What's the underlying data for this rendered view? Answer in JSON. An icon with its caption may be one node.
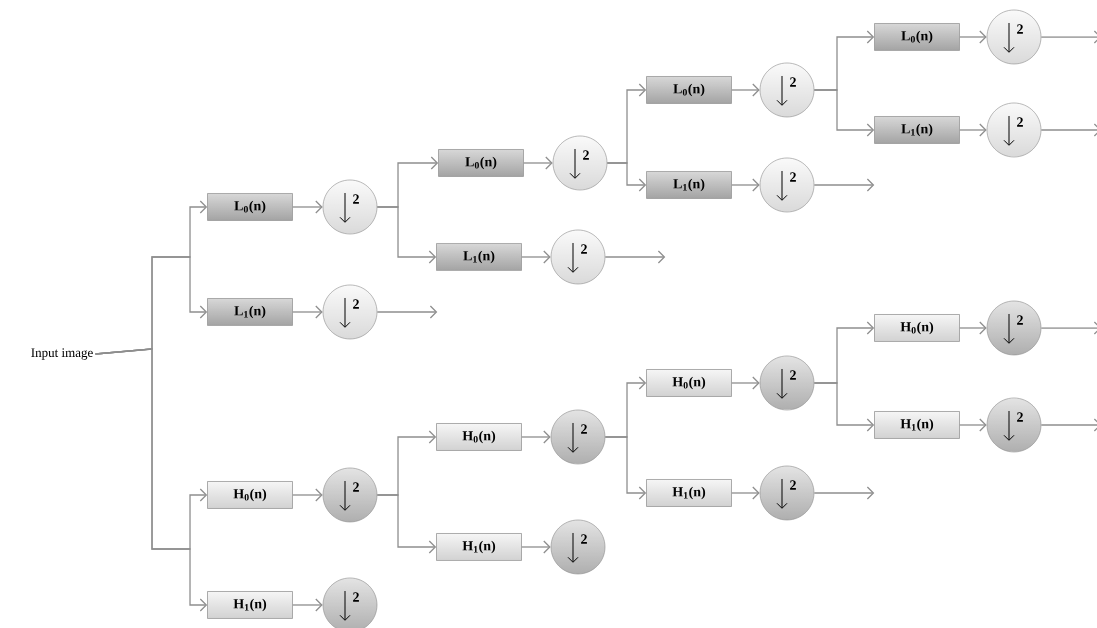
{
  "diagram": {
    "nodes": [
      {
        "text": [
          "Input image"
        ]
      },
      {
        "text": [
          "L$_{0}$(n)"
        ]
      },
      {
        "text": [
          "2"
        ]
      },
      {
        "text": [
          "L$_{1}$(n)"
        ]
      },
      {
        "text": [
          "2"
        ]
      },
      {
        "text": [
          "H$_{0}$(n)"
        ]
      },
      {
        "text": [
          "2"
        ]
      },
      {
        "text": [
          "H$_{1}$(n)"
        ]
      },
      {
        "text": [
          "2"
        ]
      },
      {
        "text": [
          "L$_{0}$(n)"
        ]
      },
      {
        "text": [
          "2"
        ]
      },
      {
        "text": [
          "L$_{1}$(n)"
        ]
      },
      {
        "text": [
          "2"
        ]
      },
      {
        "text": [
          "H$_{0}$(n)"
        ]
      },
      {
        "text": [
          "2"
        ]
      },
      {
        "text": [
          "H$_{1}$(n)"
        ]
      },
      {
        "text": [
          "2"
        ]
      },
      {
        "text": [
          "L$_{0}$(n)"
        ]
      },
      {
        "text": [
          "2"
        ]
      },
      {
        "text": [
          "L$_{1}$(n)"
        ]
      },
      {
        "text": [
          "2"
        ]
      },
      {
        "text": [
          "H$_{0}$(n)"
        ]
      },
      {
        "text": [
          "2"
        ]
      },
      {
        "text": [
          "H$_{1}$(n)"
        ]
      },
      {
        "text": [
          "2"
        ]
      },
      {
        "text": [
          "L$_{0}$(n)"
        ]
      },
      {
        "text": [
          "2"
        ]
      },
      {
        "text": [
          "L$_{1}$(n)"
        ]
      },
      {
        "text": [
          "2"
        ]
      },
      {
        "text": [
          "H$_{0}$(n)"
        ]
      },
      {
        "text": [
          "2"
        ]
      },
      {
        "text": [
          "H$_{1}$(n)"
        ]
      },
      {
        "text": [
          "2"
        ]
      }
    ],
    "edges": [
      {
        "from": 0,
        "to": 1,
        "arrow": "to"
      },
      {
        "from": 0,
        "to": 3,
        "arrow": "to"
      },
      {
        "from": 0,
        "to": 5,
        "arrow": "to"
      },
      {
        "from": 0,
        "to": 7,
        "arrow": "to"
      },
      {
        "from": 1,
        "to": 2,
        "arrow": "to"
      },
      {
        "from": 3,
        "to": 4,
        "arrow": "to"
      },
      {
        "from": 5,
        "to": 6,
        "arrow": "to"
      },
      {
        "from": 7,
        "to": 8,
        "arrow": "to"
      },
      {
        "from": 2,
        "to": 9,
        "arrow": "to"
      },
      {
        "from": 2,
        "to": 11,
        "arrow": "to"
      },
      {
        "from": 4,
        "to": null,
        "arrow": "to"
      },
      {
        "from": 6,
        "to": 13,
        "arrow": "to"
      },
      {
        "from": 6,
        "to": 15,
        "arrow": "to"
      },
      {
        "from": 9,
        "to": 10,
        "arrow": "to"
      },
      {
        "from": 11,
        "to": 12,
        "arrow": "to"
      },
      {
        "from": 12,
        "to": null,
        "arrow": "to"
      },
      {
        "from": 13,
        "to": 14,
        "arrow": "to"
      },
      {
        "from": 15,
        "to": 16,
        "arrow": "to"
      },
      {
        "from": 10,
        "to": 17,
        "arrow": "to"
      },
      {
        "from": 10,
        "to": 19,
        "arrow": "to"
      },
      {
        "from": 17,
        "to": 18,
        "arrow": "to"
      },
      {
        "from": 19,
        "to": 20,
        "arrow": "to"
      },
      {
        "from": 20,
        "to": null,
        "arrow": "to"
      },
      {
        "from": 14,
        "to": 21,
        "arrow": "to"
      },
      {
        "from": 14,
        "to": 23,
        "arrow": "to"
      },
      {
        "from": 21,
        "to": 22,
        "arrow": "to"
      },
      {
        "from": 23,
        "to": 24,
        "arrow": "to"
      },
      {
        "from": 24,
        "to": null,
        "arrow": "to"
      },
      {
        "from": 18,
        "to": 25,
        "arrow": "to"
      },
      {
        "from": 18,
        "to": 27,
        "arrow": "to"
      },
      {
        "from": 25,
        "to": 26,
        "arrow": "to"
      },
      {
        "from": 27,
        "to": 28,
        "arrow": "to"
      },
      {
        "from": 26,
        "to": null,
        "arrow": "to"
      },
      {
        "from": 28,
        "to": null,
        "arrow": "to"
      },
      {
        "from": 22,
        "to": 29,
        "arrow": "to"
      },
      {
        "from": 22,
        "to": 31,
        "arrow": "to"
      },
      {
        "from": 29,
        "to": 30,
        "arrow": "to"
      },
      {
        "from": 31,
        "to": 32,
        "arrow": "to"
      },
      {
        "from": 30,
        "to": null,
        "arrow": "to"
      },
      {
        "from": 32,
        "to": null,
        "arrow": "to"
      }
    ]
  }
}
